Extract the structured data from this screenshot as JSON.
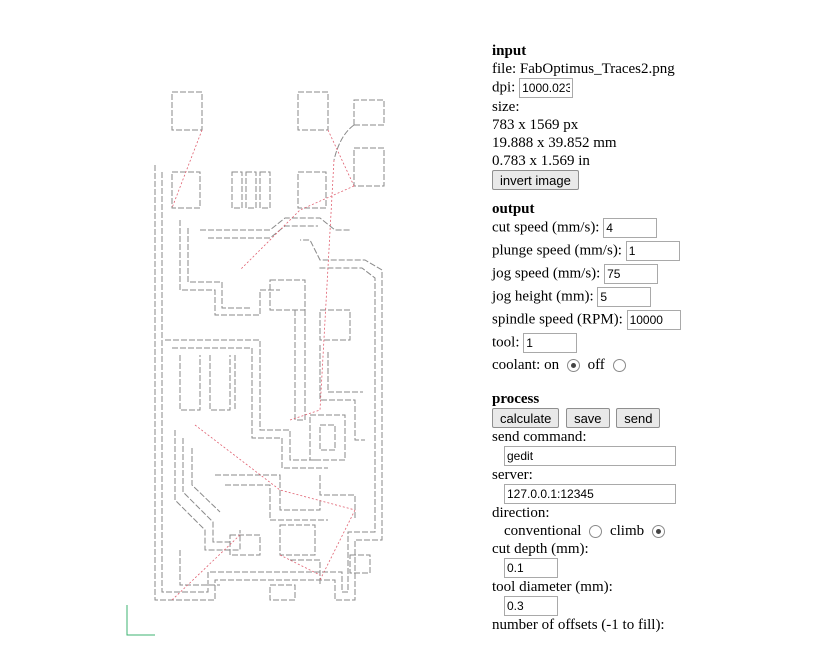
{
  "input": {
    "heading": "input",
    "file_label": "file:",
    "file_name": "FabOptimus_Traces2.png",
    "dpi_label": "dpi:",
    "dpi_value": "1000.023",
    "size_label": "size:",
    "size_px": "783 x 1569 px",
    "size_mm": "19.888 x 39.852 mm",
    "size_in": "0.783 x 1.569 in",
    "invert_label": "invert image"
  },
  "output": {
    "heading": "output",
    "cut_speed_label": "cut speed (mm/s):",
    "cut_speed_value": "4",
    "plunge_speed_label": "plunge speed (mm/s):",
    "plunge_speed_value": "1",
    "jog_speed_label": "jog speed (mm/s):",
    "jog_speed_value": "75",
    "jog_height_label": "jog height (mm):",
    "jog_height_value": "5",
    "spindle_label": "spindle speed (RPM):",
    "spindle_value": "10000",
    "tool_label": "tool:",
    "tool_value": "1",
    "coolant_label": "coolant: on",
    "coolant_off_label": "off",
    "coolant_selected": "on"
  },
  "process": {
    "heading": "process",
    "calculate_label": "calculate",
    "save_label": "save",
    "send_label": "send",
    "send_command_label": "send command:",
    "send_command_value": "gedit",
    "server_label": "server:",
    "server_value": "127.0.0.1:12345",
    "direction_label": "direction:",
    "conventional_label": "conventional",
    "climb_label": "climb",
    "direction_selected": "climb",
    "cut_depth_label": "cut depth (mm):",
    "cut_depth_value": "0.1",
    "tool_diameter_label": "tool diameter (mm):",
    "tool_diameter_value": "0.3",
    "offsets_label": "number of offsets (-1 to fill):"
  },
  "colors": {
    "toolpath": "#8a8a8a",
    "jog_path": "#e06070",
    "axis": "#3cb371"
  }
}
